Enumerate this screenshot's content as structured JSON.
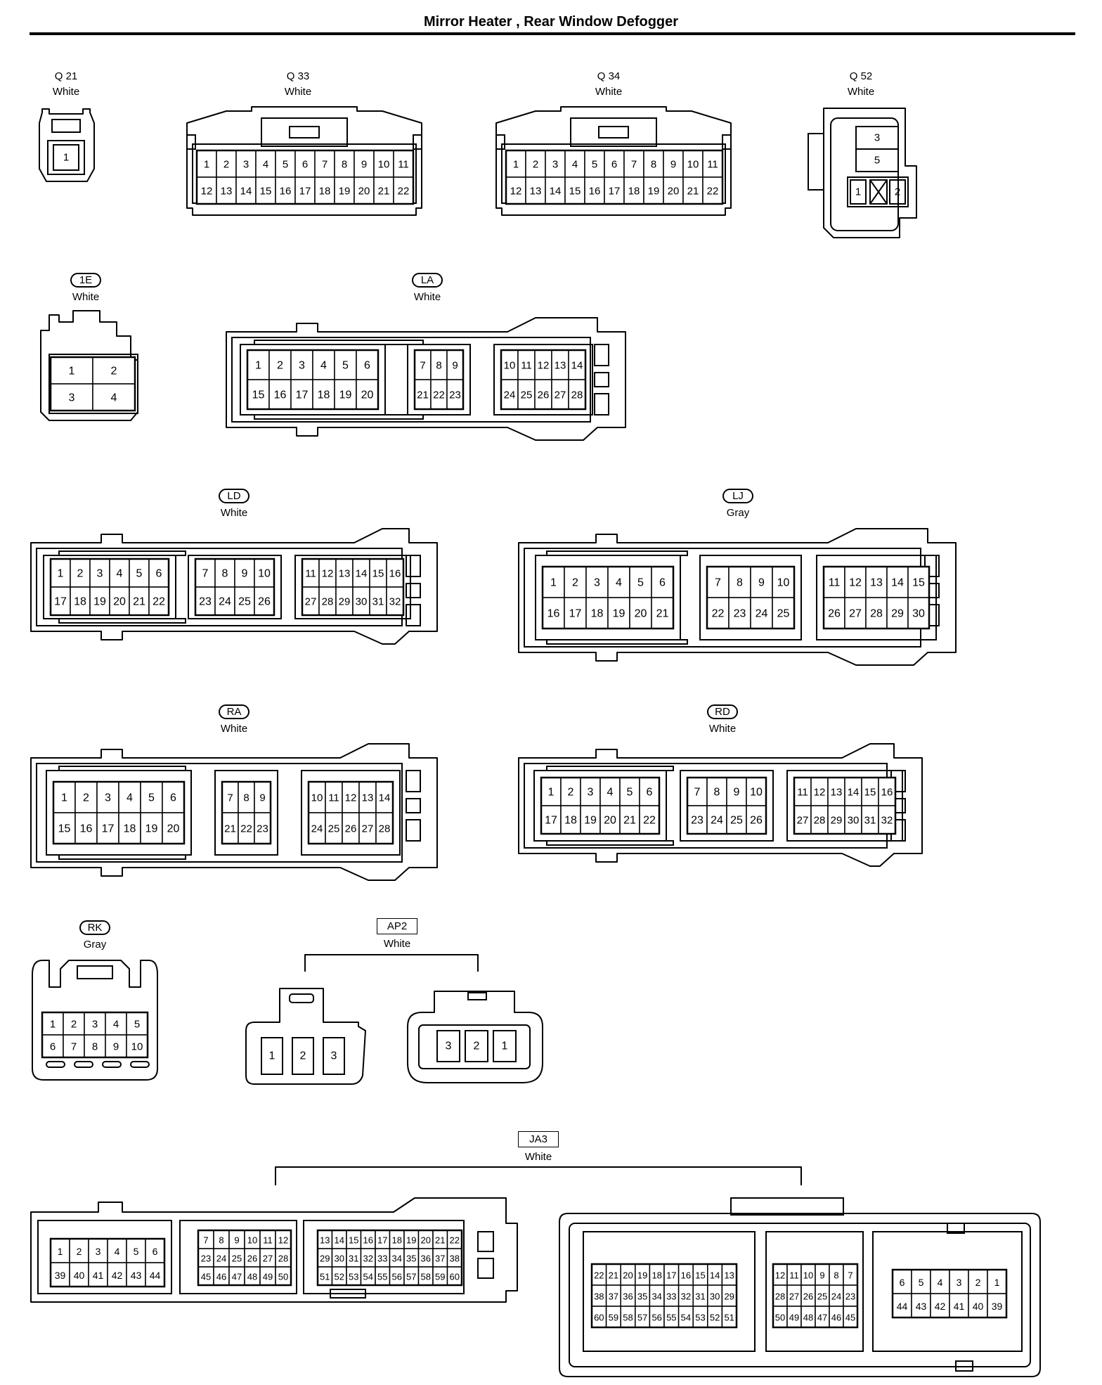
{
  "title": "Mirror Heater , Rear Window Defogger",
  "connectors": {
    "Q21": {
      "id": "Q 21",
      "color": "White",
      "pins": [
        [
          "1"
        ]
      ]
    },
    "Q33": {
      "id": "Q 33",
      "color": "White",
      "pins": [
        [
          "1",
          "2",
          "3",
          "4",
          "5",
          "6",
          "7",
          "8",
          "9",
          "10",
          "11"
        ],
        [
          "12",
          "13",
          "14",
          "15",
          "16",
          "17",
          "18",
          "19",
          "20",
          "21",
          "22"
        ]
      ]
    },
    "Q34": {
      "id": "Q 34",
      "color": "White",
      "pins": [
        [
          "1",
          "2",
          "3",
          "4",
          "5",
          "6",
          "7",
          "8",
          "9",
          "10",
          "11"
        ],
        [
          "12",
          "13",
          "14",
          "15",
          "16",
          "17",
          "18",
          "19",
          "20",
          "21",
          "22"
        ]
      ]
    },
    "Q52": {
      "id": "Q 52",
      "color": "White",
      "pins": [
        [
          "3"
        ],
        [
          "5"
        ],
        [
          "1",
          "2"
        ]
      ]
    },
    "1E": {
      "id": "1E",
      "color": "White",
      "pins": [
        [
          "1",
          "2"
        ],
        [
          "3",
          "4"
        ]
      ]
    },
    "LA": {
      "id": "LA",
      "color": "White",
      "blocks": [
        [
          [
            "1",
            "2",
            "3",
            "4",
            "5",
            "6"
          ],
          [
            "15",
            "16",
            "17",
            "18",
            "19",
            "20"
          ]
        ],
        [
          [
            "7",
            "8",
            "9"
          ],
          [
            "21",
            "22",
            "23"
          ]
        ],
        [
          [
            "10",
            "11",
            "12",
            "13",
            "14"
          ],
          [
            "24",
            "25",
            "26",
            "27",
            "28"
          ]
        ]
      ]
    },
    "LD": {
      "id": "LD",
      "color": "White",
      "blocks": [
        [
          [
            "1",
            "2",
            "3",
            "4",
            "5",
            "6"
          ],
          [
            "17",
            "18",
            "19",
            "20",
            "21",
            "22"
          ]
        ],
        [
          [
            "7",
            "8",
            "9",
            "10"
          ],
          [
            "23",
            "24",
            "25",
            "26"
          ]
        ],
        [
          [
            "11",
            "12",
            "13",
            "14",
            "15",
            "16"
          ],
          [
            "27",
            "28",
            "29",
            "30",
            "31",
            "32"
          ]
        ]
      ]
    },
    "LJ": {
      "id": "LJ",
      "color": "Gray",
      "blocks": [
        [
          [
            "1",
            "2",
            "3",
            "4",
            "5",
            "6"
          ],
          [
            "16",
            "17",
            "18",
            "19",
            "20",
            "21"
          ]
        ],
        [
          [
            "7",
            "8",
            "9",
            "10"
          ],
          [
            "22",
            "23",
            "24",
            "25"
          ]
        ],
        [
          [
            "11",
            "12",
            "13",
            "14",
            "15"
          ],
          [
            "26",
            "27",
            "28",
            "29",
            "30"
          ]
        ]
      ]
    },
    "RA": {
      "id": "RA",
      "color": "White",
      "blocks": [
        [
          [
            "1",
            "2",
            "3",
            "4",
            "5",
            "6"
          ],
          [
            "15",
            "16",
            "17",
            "18",
            "19",
            "20"
          ]
        ],
        [
          [
            "7",
            "8",
            "9"
          ],
          [
            "21",
            "22",
            "23"
          ]
        ],
        [
          [
            "10",
            "11",
            "12",
            "13",
            "14"
          ],
          [
            "24",
            "25",
            "26",
            "27",
            "28"
          ]
        ]
      ]
    },
    "RD": {
      "id": "RD",
      "color": "White",
      "blocks": [
        [
          [
            "1",
            "2",
            "3",
            "4",
            "5",
            "6"
          ],
          [
            "17",
            "18",
            "19",
            "20",
            "21",
            "22"
          ]
        ],
        [
          [
            "7",
            "8",
            "9",
            "10"
          ],
          [
            "23",
            "24",
            "25",
            "26"
          ]
        ],
        [
          [
            "11",
            "12",
            "13",
            "14",
            "15",
            "16"
          ],
          [
            "27",
            "28",
            "29",
            "30",
            "31",
            "32"
          ]
        ]
      ]
    },
    "RK": {
      "id": "RK",
      "color": "Gray",
      "pins": [
        [
          "1",
          "2",
          "3",
          "4",
          "5"
        ],
        [
          "6",
          "7",
          "8",
          "9",
          "10"
        ]
      ]
    },
    "AP2": {
      "id": "AP2",
      "color": "White",
      "left": [
        "1",
        "2",
        "3"
      ],
      "right": [
        "3",
        "2",
        "1"
      ]
    },
    "JA3": {
      "id": "JA3",
      "color": "White",
      "left": [
        [
          [
            "1",
            "2",
            "3",
            "4",
            "5",
            "6"
          ],
          [
            "39",
            "40",
            "41",
            "42",
            "43",
            "44"
          ]
        ],
        [
          [
            "7",
            "8",
            "9",
            "10",
            "11",
            "12"
          ],
          [
            "23",
            "24",
            "25",
            "26",
            "27",
            "28"
          ],
          [
            "45",
            "46",
            "47",
            "48",
            "49",
            "50"
          ]
        ],
        [
          [
            "13",
            "14",
            "15",
            "16",
            "17",
            "18",
            "19",
            "20",
            "21",
            "22"
          ],
          [
            "29",
            "30",
            "31",
            "32",
            "33",
            "34",
            "35",
            "36",
            "37",
            "38"
          ],
          [
            "51",
            "52",
            "53",
            "54",
            "55",
            "56",
            "57",
            "58",
            "59",
            "60"
          ]
        ]
      ],
      "right": [
        [
          [
            "22",
            "21",
            "20",
            "19",
            "18",
            "17",
            "16",
            "15",
            "14",
            "13"
          ],
          [
            "38",
            "37",
            "36",
            "35",
            "34",
            "33",
            "32",
            "31",
            "30",
            "29"
          ],
          [
            "60",
            "59",
            "58",
            "57",
            "56",
            "55",
            "54",
            "53",
            "52",
            "51"
          ]
        ],
        [
          [
            "12",
            "11",
            "10",
            "9",
            "8",
            "7"
          ],
          [
            "28",
            "27",
            "26",
            "25",
            "24",
            "23"
          ],
          [
            "50",
            "49",
            "48",
            "47",
            "46",
            "45"
          ]
        ],
        [
          [
            "6",
            "5",
            "4",
            "3",
            "2",
            "1"
          ],
          [
            "44",
            "43",
            "42",
            "41",
            "40",
            "39"
          ]
        ]
      ]
    }
  }
}
